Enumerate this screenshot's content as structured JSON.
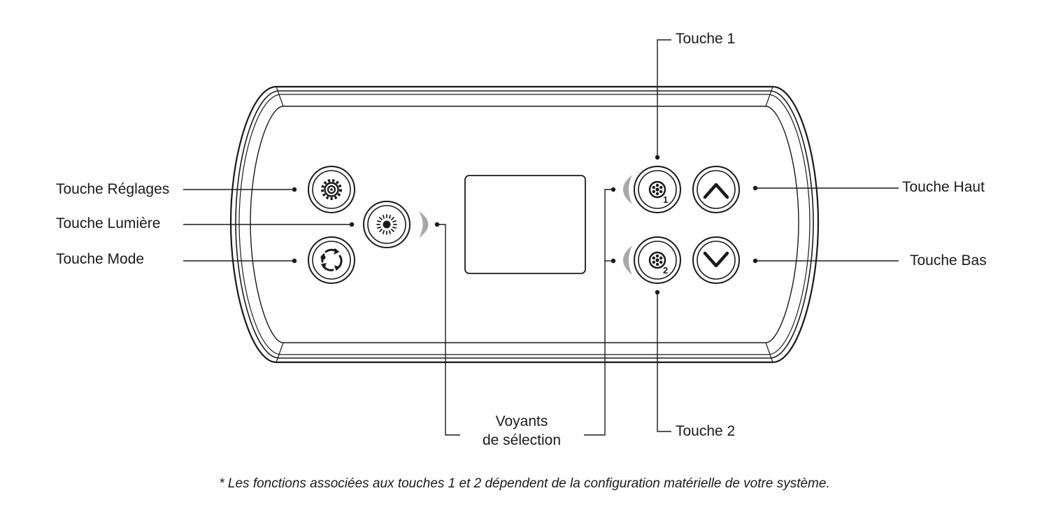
{
  "labels": {
    "settings_key": "Touche Réglages",
    "light_key": "Touche Lumière",
    "mode_key": "Touche Mode",
    "key_1": "Touche 1",
    "key_2": "Touche 2",
    "up_key": "Touche Haut",
    "down_key": "Touche Bas",
    "indicators_line1": "Voyants",
    "indicators_line2": "de sélection"
  },
  "buttons": {
    "key_1_number": "1",
    "key_2_number": "2"
  },
  "footnote": "* Les fonctions associées aux touches 1 et 2 dépendent de la configuration matérielle de votre système.",
  "colors": {
    "ink": "#1a1a1a",
    "indicator": "#a8a8a8",
    "background": "#ffffff"
  },
  "icons": {
    "settings_key": "settings-gear-icon",
    "light_key": "light-sun-icon",
    "mode_key": "mode-cycle-icon",
    "key_1": "jets-1-icon",
    "key_2": "jets-2-icon",
    "up_key": "chevron-up-icon",
    "down_key": "chevron-down-icon"
  }
}
